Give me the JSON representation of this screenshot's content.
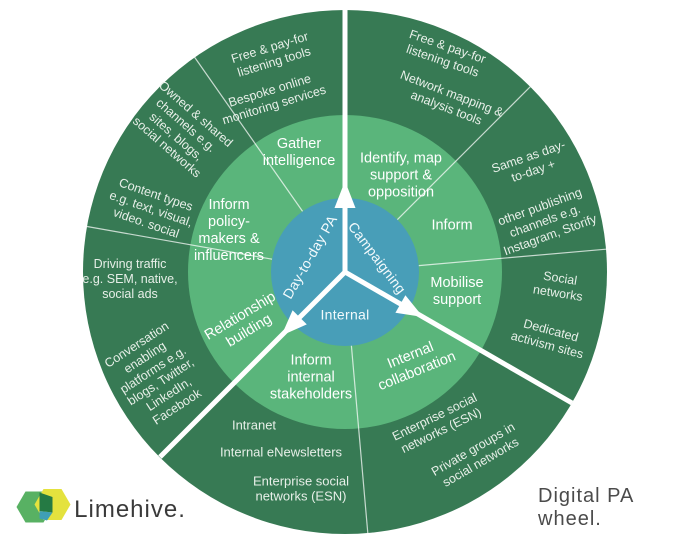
{
  "footer": {
    "brand": "Limehive.",
    "caption": "Digital PA wheel."
  },
  "colors": {
    "outer_ring": "#377a54",
    "middle_ring": "#5ab57b",
    "core": "#489eb8",
    "divider": "#ffffff",
    "logo_green": "#58b163",
    "logo_yellow": "#e4e23e",
    "logo_overlap_dark": "#257a44",
    "logo_overlap_teal": "#3f9fb5"
  },
  "core": {
    "day_to_day": "Day-to-day PA",
    "campaigning": "Campaigning",
    "internal": "Internal"
  },
  "middle": {
    "gather": "Gather\nintelligence",
    "identify": "Identify, map\nsupport &\nopposition",
    "inform_campaigning": "Inform",
    "mobilise": "Mobilise\nsupport",
    "internal_collaboration": "Internal\ncollaboration",
    "inform_internal": "Inform\ninternal\nstakeholders",
    "relationship": "Relationship\nbuilding",
    "inform_policy": "Inform\npolicy-\nmakers &\ninfluencers"
  },
  "outer": {
    "listening_left": "Free & pay-for\nlistening tools",
    "bespoke": "Bespoke online\nmonitoring services",
    "owned_shared": "Owned & shared\nchannels e.g.\nsites, blogs,\nsocial networks",
    "content_types": "Content types\ne.g. text, visual,\nvideo. social",
    "driving_traffic": "Driving traffic\ne.g. SEM, native,\nsocial ads",
    "conversation": "Conversation\nenabling\nplatforms e.g.\nblogs, Twitter,\nLinkedIn,\nFacebook",
    "listening_right": "Free & pay-for\nlistening tools",
    "network_mapping": "Network mapping &\nanalysis tools",
    "same_as": "Same as day-\nto-day +",
    "other_publishing": "other publishing\nchannels e.g.\nInstagram, Storify",
    "social_networks": "Social\nnetworks",
    "dedicated": "Dedicated\nactivism sites",
    "esn_right": "Enterprise social\nnetworks (ESN)",
    "private_groups": "Private groups in\nsocial networks",
    "intranet": "Intranet",
    "enewsletters": "Internal eNewsletters",
    "esn_left": "Enterprise social\nnetworks (ESN)"
  }
}
